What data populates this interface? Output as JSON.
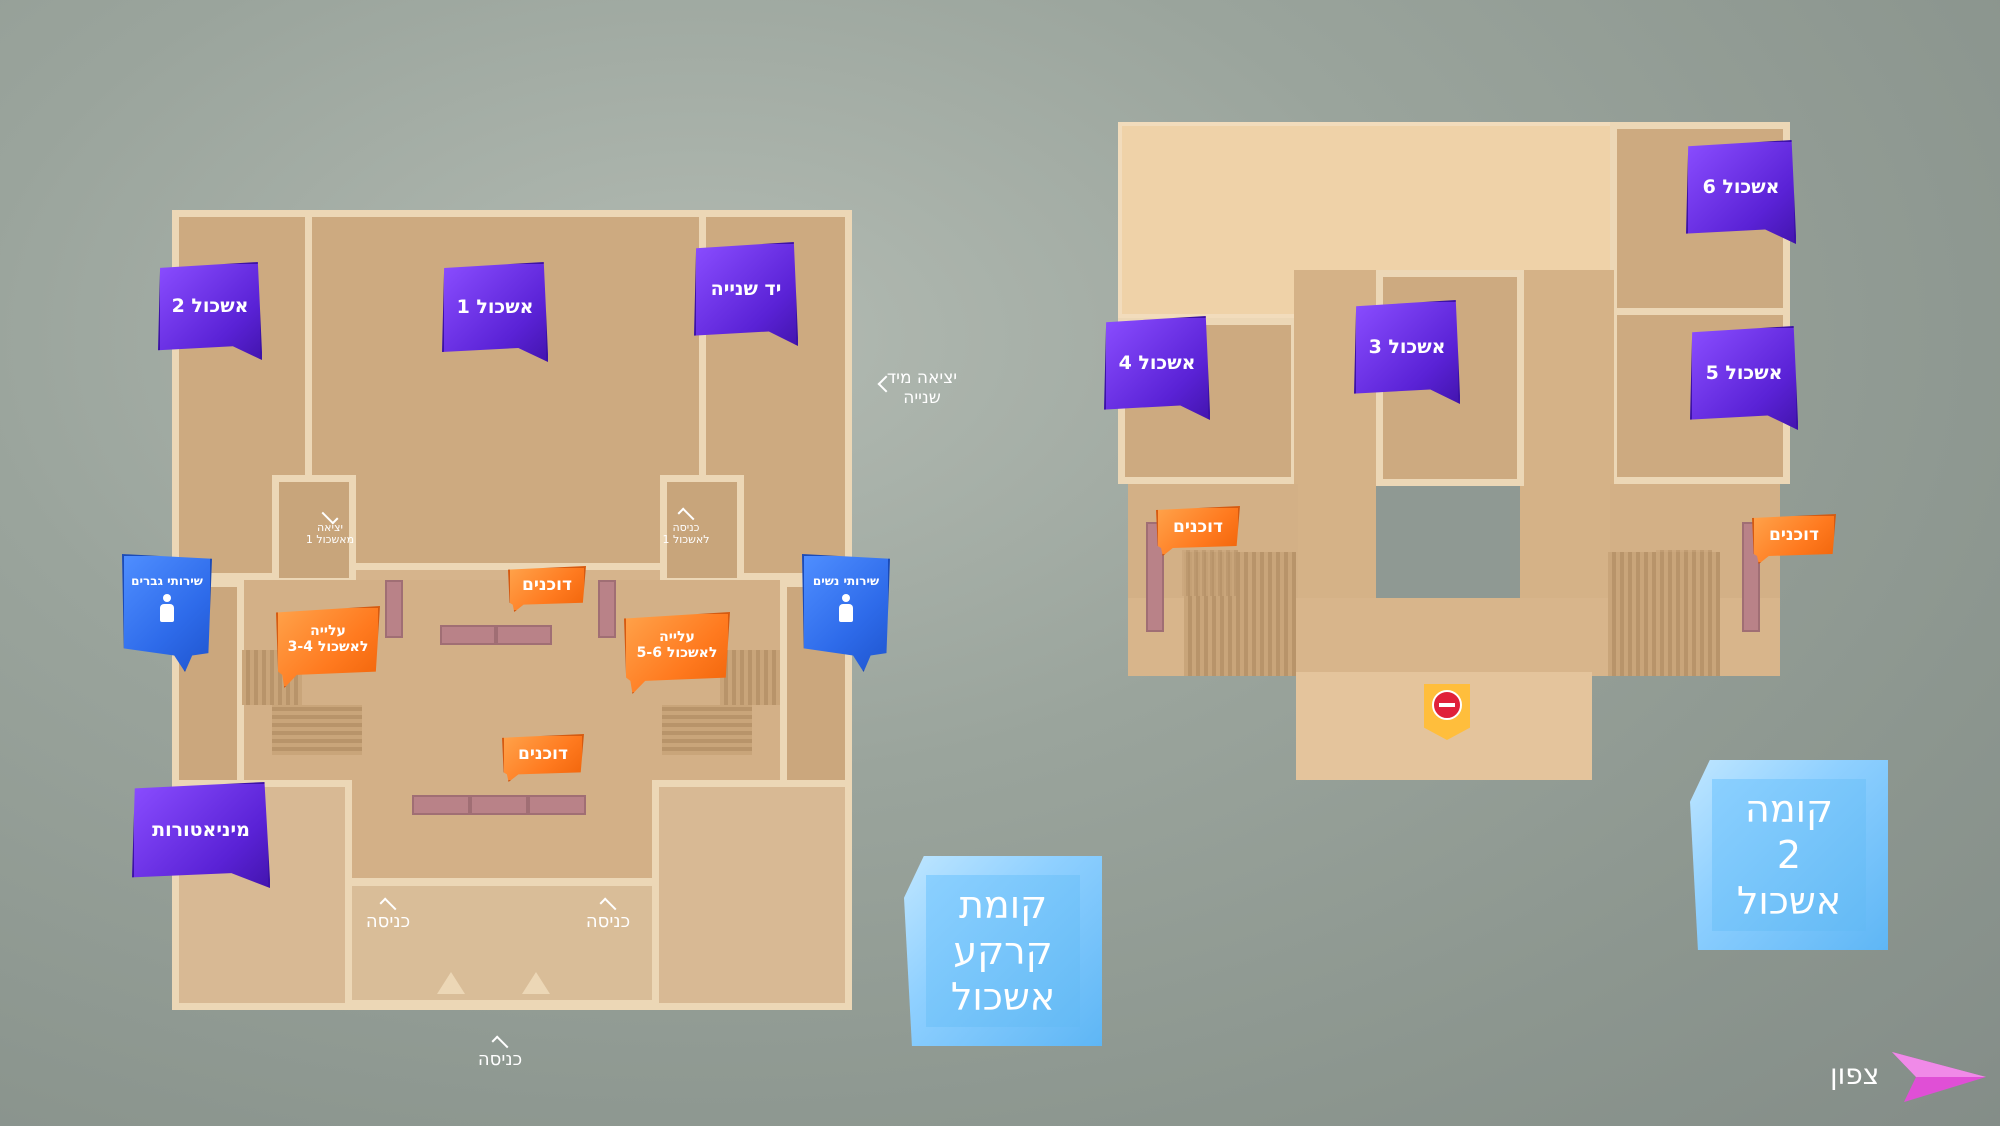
{
  "ground_floor": {
    "title": "קומת קרקע אשכול",
    "rooms": {
      "cluster2": "אשכול 2",
      "cluster1": "אשכול 1",
      "second_hand": "יד שנייה",
      "miniatures": "מיניאטורות"
    },
    "restrooms": {
      "men": "שירותי גברים",
      "women": "שירותי נשים"
    },
    "stands_upper": "דוכנים",
    "stands_lower": "דוכנים",
    "stairs_left": "עלייה לאשכול 3-4",
    "stairs_right": "עלייה לאשכול 5-6",
    "exit_cluster1": "יציאה מאשכול 1",
    "entry_cluster1": "כניסה לאשכול 1",
    "exit_second_hand": "יציאה מיד שנייה",
    "entrance_left": "כניסה",
    "entrance_right": "כניסה",
    "entrance_main": "כניסה"
  },
  "second_floor": {
    "title": "קומה 2 אשכול",
    "rooms": {
      "cluster6": "אשכול 6",
      "cluster3": "אשכול 3",
      "cluster4": "אשכול 4",
      "cluster5": "אשכול 5"
    },
    "stands_left": "דוכנים",
    "stands_right": "דוכנים",
    "no_entry_icon": "no-entry-icon"
  },
  "north": {
    "label": "צפון",
    "icon": "north-arrow-icon"
  },
  "colors": {
    "cluster_tag": "#5a22d6",
    "stands_tag": "#ff7a1f",
    "restroom_tag": "#2e6bea",
    "floor_label": "#64baf5",
    "north_arrow": "#e04fd6"
  }
}
